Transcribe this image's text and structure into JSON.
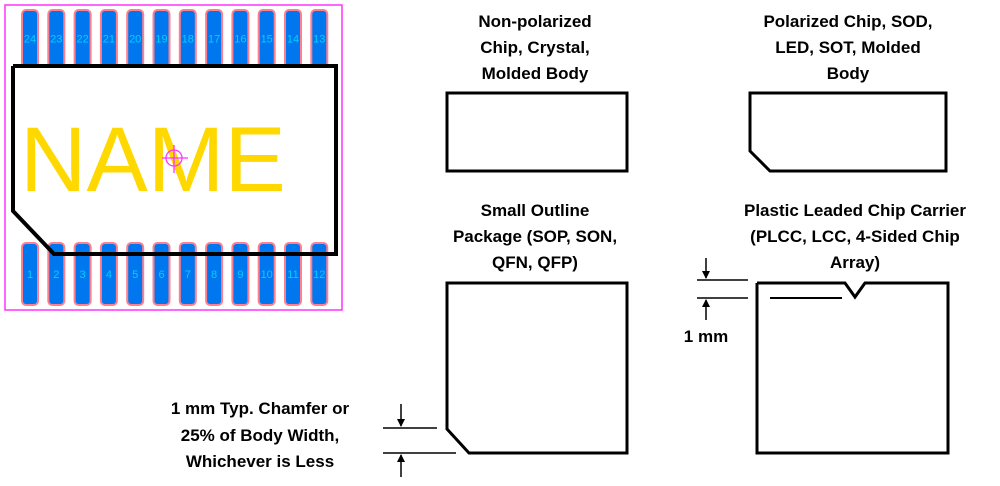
{
  "footprint": {
    "name_text": "NAME",
    "top_pins": [
      "24",
      "23",
      "22",
      "21",
      "20",
      "19",
      "18",
      "17",
      "16",
      "15",
      "14",
      "13"
    ],
    "bottom_pins": [
      "1",
      "2",
      "3",
      "4",
      "5",
      "6",
      "7",
      "8",
      "9",
      "10",
      "11",
      "12"
    ],
    "colors": {
      "courtyard": "#ff33ff",
      "pad_outline": "#ff7f8e",
      "pad_fill": "#0077ee",
      "pin_text": "#00cfff",
      "silkscreen": "#000000",
      "name_text": "#ffd800",
      "origin_marker": "#ff33ff"
    }
  },
  "examples": {
    "nonpolarized": {
      "lines": [
        "Non-polarized",
        "Chip, Crystal,",
        "Molded Body"
      ]
    },
    "polarized": {
      "lines": [
        "Polarized Chip, SOD,",
        "LED, SOT, Molded",
        "Body"
      ]
    },
    "small_outline": {
      "lines": [
        "Small Outline",
        "Package (SOP, SON,",
        "QFN, QFP)"
      ]
    },
    "plcc": {
      "lines": [
        "Plastic Leaded Chip Carrier",
        "(PLCC, LCC, 4-Sided Chip",
        "Array)"
      ]
    }
  },
  "dimensions": {
    "chamfer_note": [
      "1 mm Typ. Chamfer or",
      "25% of Body Width,",
      "Whichever is Less"
    ],
    "notch_note": "1 mm"
  }
}
